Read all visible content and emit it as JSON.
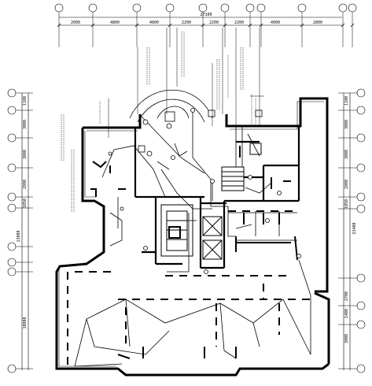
{
  "drawing": {
    "top_dimensions": {
      "overall": "27100",
      "segments": [
        "2000",
        "4800",
        "4800",
        "2200",
        "2200",
        "2200",
        "4000",
        "2800"
      ]
    },
    "left_dimensions": {
      "segments": [
        "1100",
        "3000",
        "3000",
        "2800",
        "1050",
        "13000"
      ],
      "lower_total": "10000"
    },
    "right_dimensions": {
      "segments": [
        "1100",
        "3000",
        "3000",
        "2800",
        "1050",
        "2700",
        "1400",
        "3000"
      ],
      "total": "23400"
    },
    "top_axis_count": 11,
    "left_axis_count": 10,
    "right_axis_count": 10
  }
}
